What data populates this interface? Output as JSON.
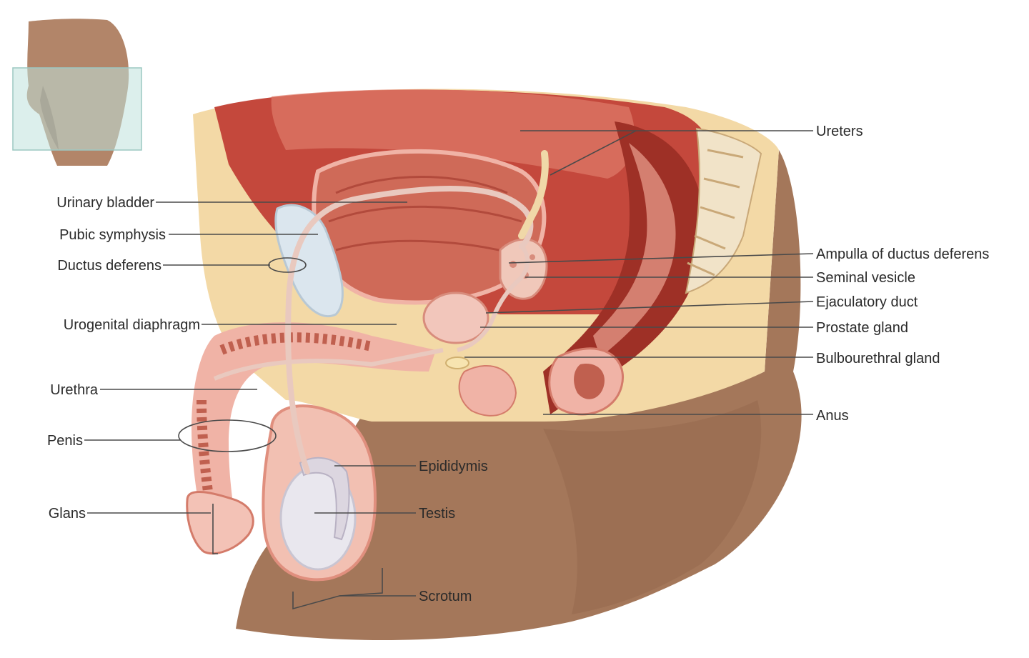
{
  "labels": {
    "ureters": "Ureters",
    "urinary_bladder": "Urinary bladder",
    "pubic_symphysis": "Pubic symphysis",
    "ductus_deferens": "Ductus deferens",
    "urogenital_diaphragm": "Urogenital diaphragm",
    "urethra": "Urethra",
    "penis": "Penis",
    "glans": "Glans",
    "ampulla": "Ampulla of ductus deferens",
    "seminal_vesicle": "Seminal vesicle",
    "ejaculatory_duct": "Ejaculatory duct",
    "prostate_gland": "Prostate gland",
    "bulbourethral_gland": "Bulbourethral gland",
    "anus": "Anus",
    "epididymis": "Epididymis",
    "testis": "Testis",
    "scrotum": "Scrotum"
  },
  "colors": {
    "skin": "#a4775a",
    "skin_shadow": "#8a5f45",
    "muscle": "#c4483c",
    "muscle_dark": "#9e3026",
    "bladder": "#cf6a58",
    "fat": "#f3d9a6",
    "tissue_pink": "#f0b3a6",
    "tissue_light": "#f8d8cf",
    "testis": "#e9e7ee",
    "duct": "#e9c9bf",
    "leader": "#4a4a4a"
  }
}
